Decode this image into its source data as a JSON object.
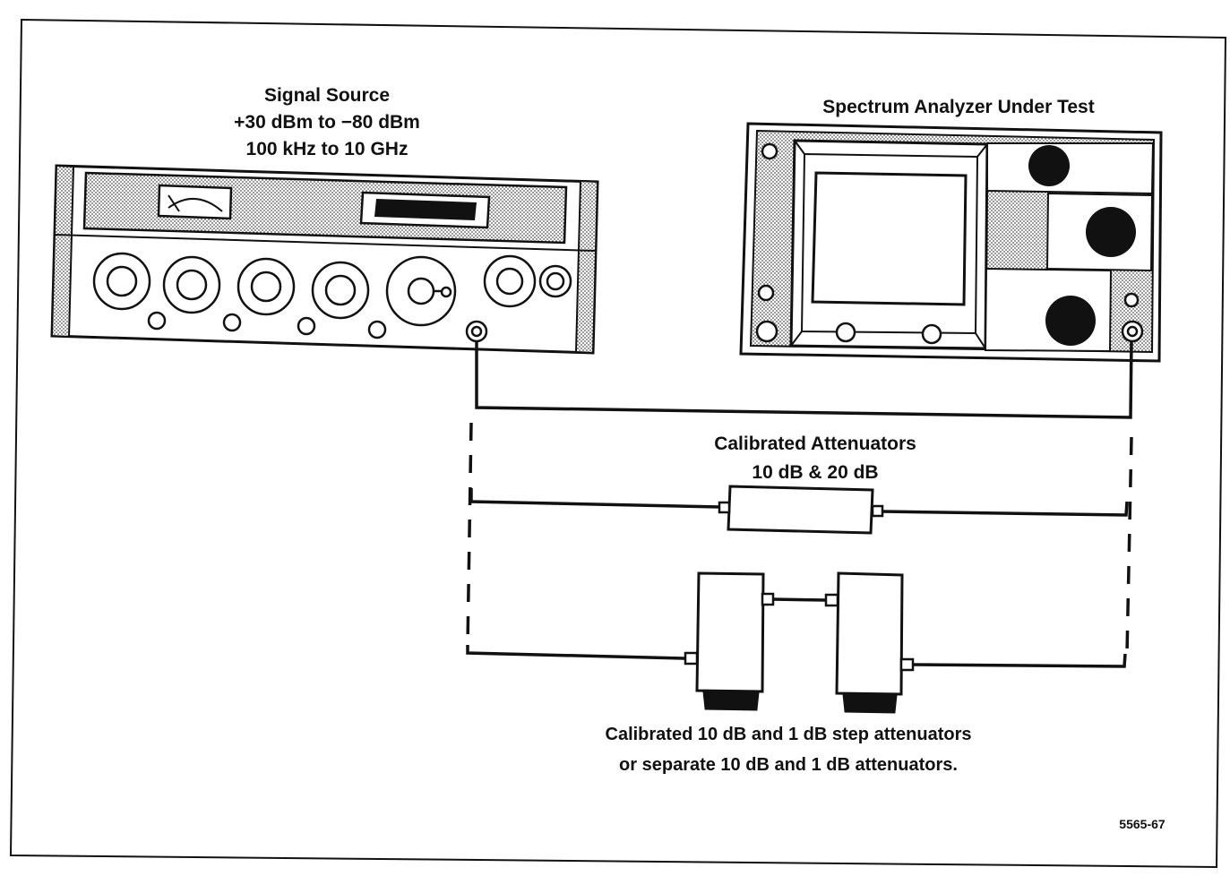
{
  "signal_source": {
    "title": "Signal Source",
    "power_range": "+30 dBm to −80 dBm",
    "freq_range": "100 kHz to 10 GHz"
  },
  "analyzer": {
    "title": "Spectrum Analyzer Under Test"
  },
  "attenuators_fixed": {
    "title": "Calibrated Attenuators",
    "values": "10 dB & 20 dB"
  },
  "attenuators_step": {
    "line1": "Calibrated 10 dB and 1 dB step attenuators",
    "line2": "or separate 10 dB and 1 dB attenuators."
  },
  "figure_number": "5565-67",
  "colors": {
    "ink": "#111111",
    "stipple": "#c8c8c8"
  }
}
